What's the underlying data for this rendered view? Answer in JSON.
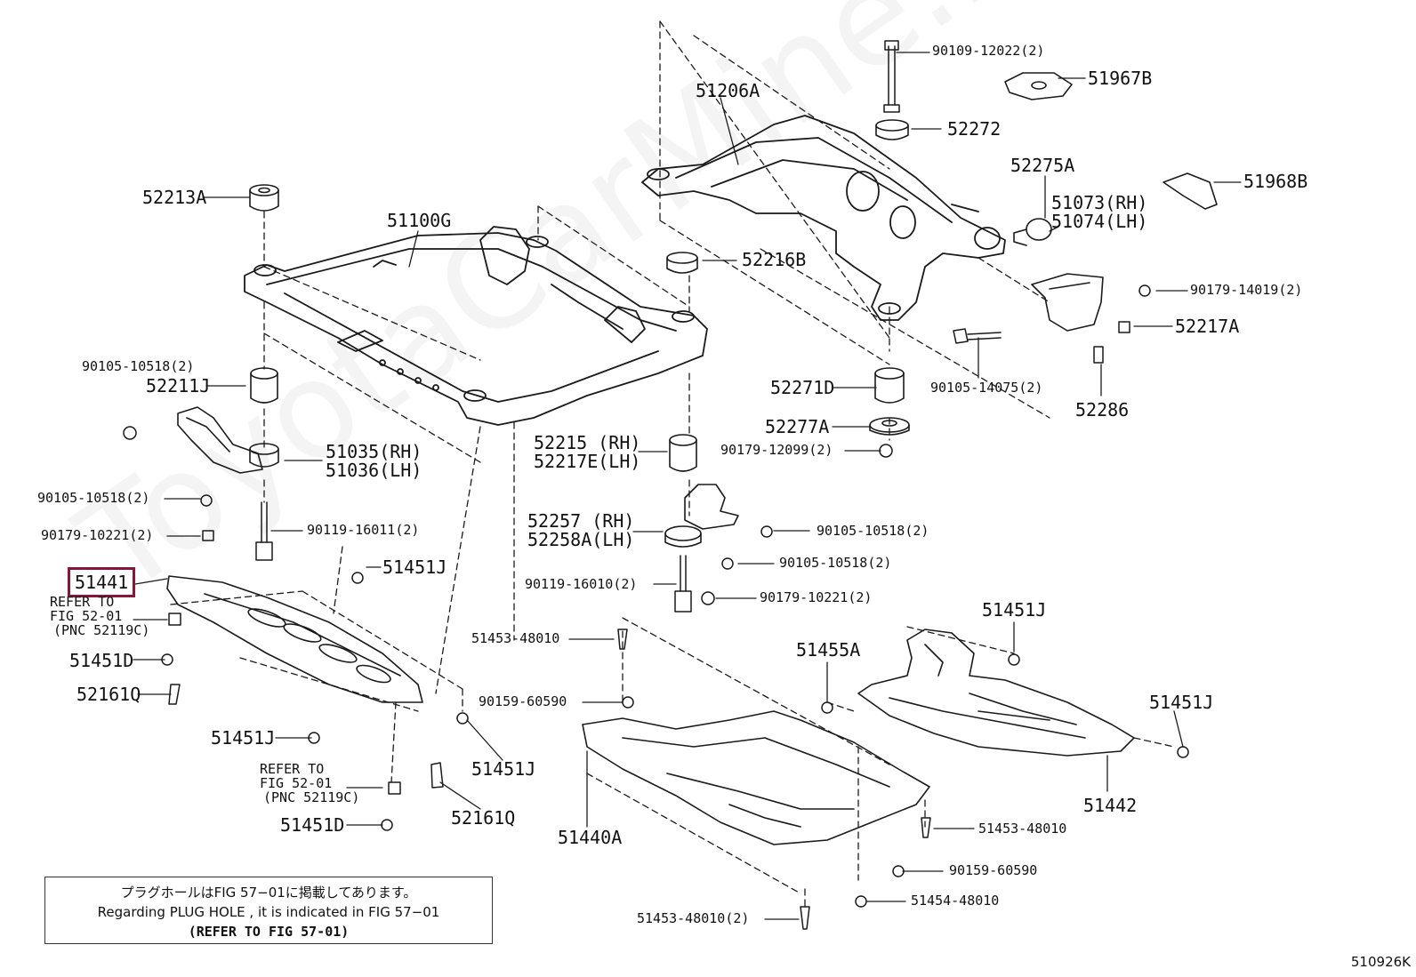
{
  "watermark": "ToyotaCarMine.ru",
  "figure_code": "510926K",
  "note": {
    "line1": "プラグホールはFIG 57−01に掲載してあります。",
    "line2": "Regarding PLUG HOLE , it is indicated in FIG 57−01",
    "line3": "(REFER TO FIG 57-01)"
  },
  "highlighted_part": "51441",
  "parts": {
    "p90109_12022": "90109-12022(2)",
    "p51967B": "51967B",
    "p51206A": "51206A",
    "p52272": "52272",
    "p52275A": "52275A",
    "p51968B": "51968B",
    "p51073": "51073(RH)",
    "p51074": "51074(LH)",
    "p52213A": "52213A",
    "p51100G": "51100G",
    "p52216B": "52216B",
    "p90179_14019": "90179-14019(2)",
    "p52217A": "52217A",
    "p90105_10518_a": "90105-10518(2)",
    "p52211J": "52211J",
    "p52271D": "52271D",
    "p90105_14075": "90105-14075(2)",
    "p52286": "52286",
    "p52277A": "52277A",
    "p52215": "52215 (RH)",
    "p52217E": "52217E(LH)",
    "p90179_12099": "90179-12099(2)",
    "p51035": "51035(RH)",
    "p51036": "51036(LH)",
    "p90105_10518_b": "90105-10518(2)",
    "p52257": "52257 (RH)",
    "p52258A": "52258A(LH)",
    "p90105_10518_c": "90105-10518(2)",
    "p90179_10221_a": "90179-10221(2)",
    "p90119_16011": "90119-16011(2)",
    "p90105_10518_d": "90105-10518(2)",
    "p51451J_a": "51451J",
    "p51441": "51441",
    "refer1_a": "REFER TO",
    "refer1_b": "FIG 52-01",
    "refer1_c": "(PNC 52119C)",
    "p90119_16010": "90119-16010(2)",
    "p90179_10221_b": "90179-10221(2)",
    "p51451J_b": "51451J",
    "p51453_48010_a": "51453-48010",
    "p51451D_a": "51451D",
    "p51455A": "51455A",
    "p52161Q_a": "52161Q",
    "p90159_60590_a": "90159-60590",
    "p51451J_c": "51451J",
    "p51451J_d": "51451J",
    "p51451J_e": "51451J",
    "refer2_a": "REFER TO",
    "refer2_b": "FIG 52-01",
    "refer2_c": "(PNC 52119C)",
    "p52161Q_b": "52161Q",
    "p51442": "51442",
    "p51451D_b": "51451D",
    "p51440A": "51440A",
    "p51453_48010_b": "51453-48010",
    "p90159_60590_b": "90159-60590",
    "p51454_48010": "51454-48010",
    "p51453_48010_c": "51453-48010(2)"
  }
}
